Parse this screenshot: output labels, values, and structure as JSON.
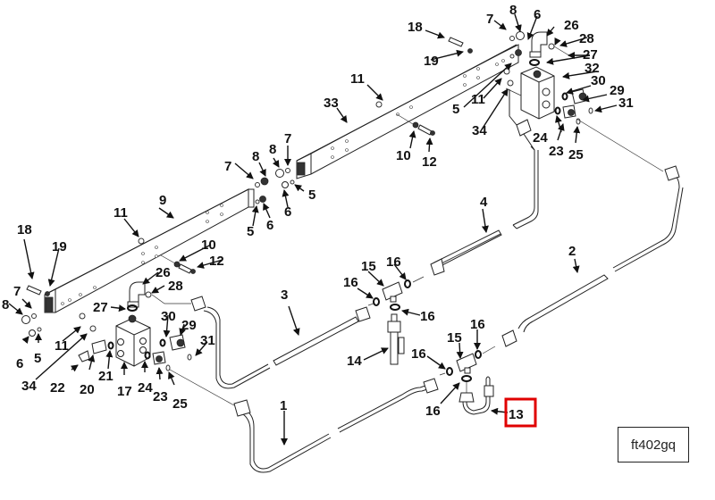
{
  "figure": {
    "id_label": "ft402gq",
    "highlighted_callout": "13",
    "highlight_color": "#e00000"
  },
  "callouts": [
    {
      "key": "c18a",
      "text": "18"
    },
    {
      "key": "c7a",
      "text": "7"
    },
    {
      "key": "c8a",
      "text": "8"
    },
    {
      "key": "c6a",
      "text": "6"
    },
    {
      "key": "c26a",
      "text": "26"
    },
    {
      "key": "c28a",
      "text": "28"
    },
    {
      "key": "c27a",
      "text": "27"
    },
    {
      "key": "c32",
      "text": "32"
    },
    {
      "key": "c19a",
      "text": "19"
    },
    {
      "key": "c11a",
      "text": "11"
    },
    {
      "key": "c33",
      "text": "33"
    },
    {
      "key": "c5a",
      "text": "5"
    },
    {
      "key": "c11b",
      "text": "11"
    },
    {
      "key": "c34a",
      "text": "34"
    },
    {
      "key": "c30a",
      "text": "30"
    },
    {
      "key": "c29a",
      "text": "29"
    },
    {
      "key": "c31a",
      "text": "31"
    },
    {
      "key": "c24a",
      "text": "24"
    },
    {
      "key": "c23a",
      "text": "23"
    },
    {
      "key": "c25a",
      "text": "25"
    },
    {
      "key": "c10a",
      "text": "10"
    },
    {
      "key": "c12a",
      "text": "12"
    },
    {
      "key": "c7b",
      "text": "7"
    },
    {
      "key": "c8b",
      "text": "8"
    },
    {
      "key": "c8c",
      "text": "8"
    },
    {
      "key": "c7c",
      "text": "7"
    },
    {
      "key": "c5b",
      "text": "5"
    },
    {
      "key": "c6b",
      "text": "6"
    },
    {
      "key": "c5c",
      "text": "5"
    },
    {
      "key": "c6c",
      "text": "6"
    },
    {
      "key": "c9",
      "text": "9"
    },
    {
      "key": "c11c",
      "text": "11"
    },
    {
      "key": "c4",
      "text": "4"
    },
    {
      "key": "c18b",
      "text": "18"
    },
    {
      "key": "c19b",
      "text": "19"
    },
    {
      "key": "c10b",
      "text": "10"
    },
    {
      "key": "c12b",
      "text": "12"
    },
    {
      "key": "c26b",
      "text": "26"
    },
    {
      "key": "c28b",
      "text": "28"
    },
    {
      "key": "c7d",
      "text": "7"
    },
    {
      "key": "c8d",
      "text": "8"
    },
    {
      "key": "c27b",
      "text": "27"
    },
    {
      "key": "c3",
      "text": "3"
    },
    {
      "key": "c2",
      "text": "2"
    },
    {
      "key": "c15a",
      "text": "15"
    },
    {
      "key": "c16a",
      "text": "16"
    },
    {
      "key": "c16b",
      "text": "16"
    },
    {
      "key": "c16c",
      "text": "16"
    },
    {
      "key": "c30b",
      "text": "30"
    },
    {
      "key": "c29b",
      "text": "29"
    },
    {
      "key": "c31b",
      "text": "31"
    },
    {
      "key": "c11d",
      "text": "11"
    },
    {
      "key": "c6d",
      "text": "6"
    },
    {
      "key": "c5d",
      "text": "5"
    },
    {
      "key": "c34b",
      "text": "34"
    },
    {
      "key": "c22",
      "text": "22"
    },
    {
      "key": "c20",
      "text": "20"
    },
    {
      "key": "c21",
      "text": "21"
    },
    {
      "key": "c17",
      "text": "17"
    },
    {
      "key": "c24b",
      "text": "24"
    },
    {
      "key": "c23b",
      "text": "23"
    },
    {
      "key": "c25b",
      "text": "25"
    },
    {
      "key": "c14",
      "text": "14"
    },
    {
      "key": "c15b",
      "text": "15"
    },
    {
      "key": "c16d",
      "text": "16"
    },
    {
      "key": "c16e",
      "text": "16"
    },
    {
      "key": "c16f",
      "text": "16"
    },
    {
      "key": "c1",
      "text": "1"
    },
    {
      "key": "c13",
      "text": "13"
    }
  ]
}
